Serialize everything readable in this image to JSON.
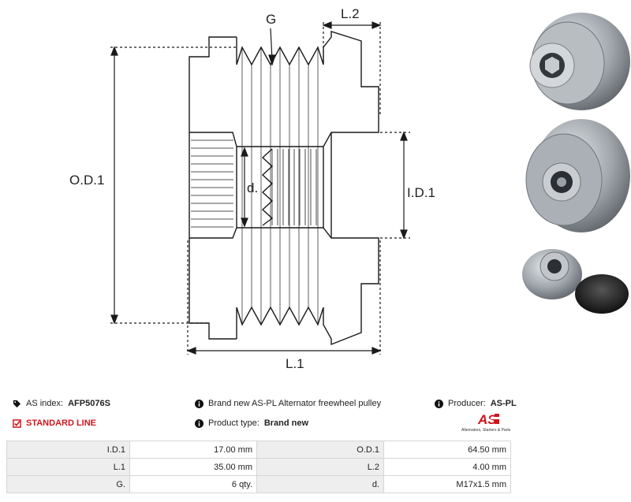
{
  "drawing": {
    "labels": {
      "g": "G",
      "l2": "L.2",
      "od1": "O.D.1",
      "d": "d.",
      "id1": "I.D.1",
      "l1": "L.1"
    }
  },
  "info": {
    "as_index_label": "AS index:",
    "as_index_value": "AFP5076S",
    "standard_line": "STANDARD LINE",
    "description": "Brand new AS-PL Alternator freewheel pulley",
    "product_type_label": "Product type:",
    "product_type_value": "Brand new",
    "producer_label": "Producer:",
    "producer_value": "AS-PL"
  },
  "logo": {
    "text": "AS",
    "tagline": "Alternators, Starters & Parts"
  },
  "spec_rows": [
    {
      "l1": "I.D.1",
      "v1": "17.00 mm",
      "l2": "O.D.1",
      "v2": "64.50 mm"
    },
    {
      "l1": "L.1",
      "v1": "35.00 mm",
      "l2": "L.2",
      "v2": "4.00 mm"
    },
    {
      "l1": "G.",
      "v1": "6 qty.",
      "l2": "d.",
      "v2": "M17x1.5 mm"
    }
  ],
  "colors": {
    "accent_red": "#d0141c",
    "label_bg": "#eeeeee"
  }
}
